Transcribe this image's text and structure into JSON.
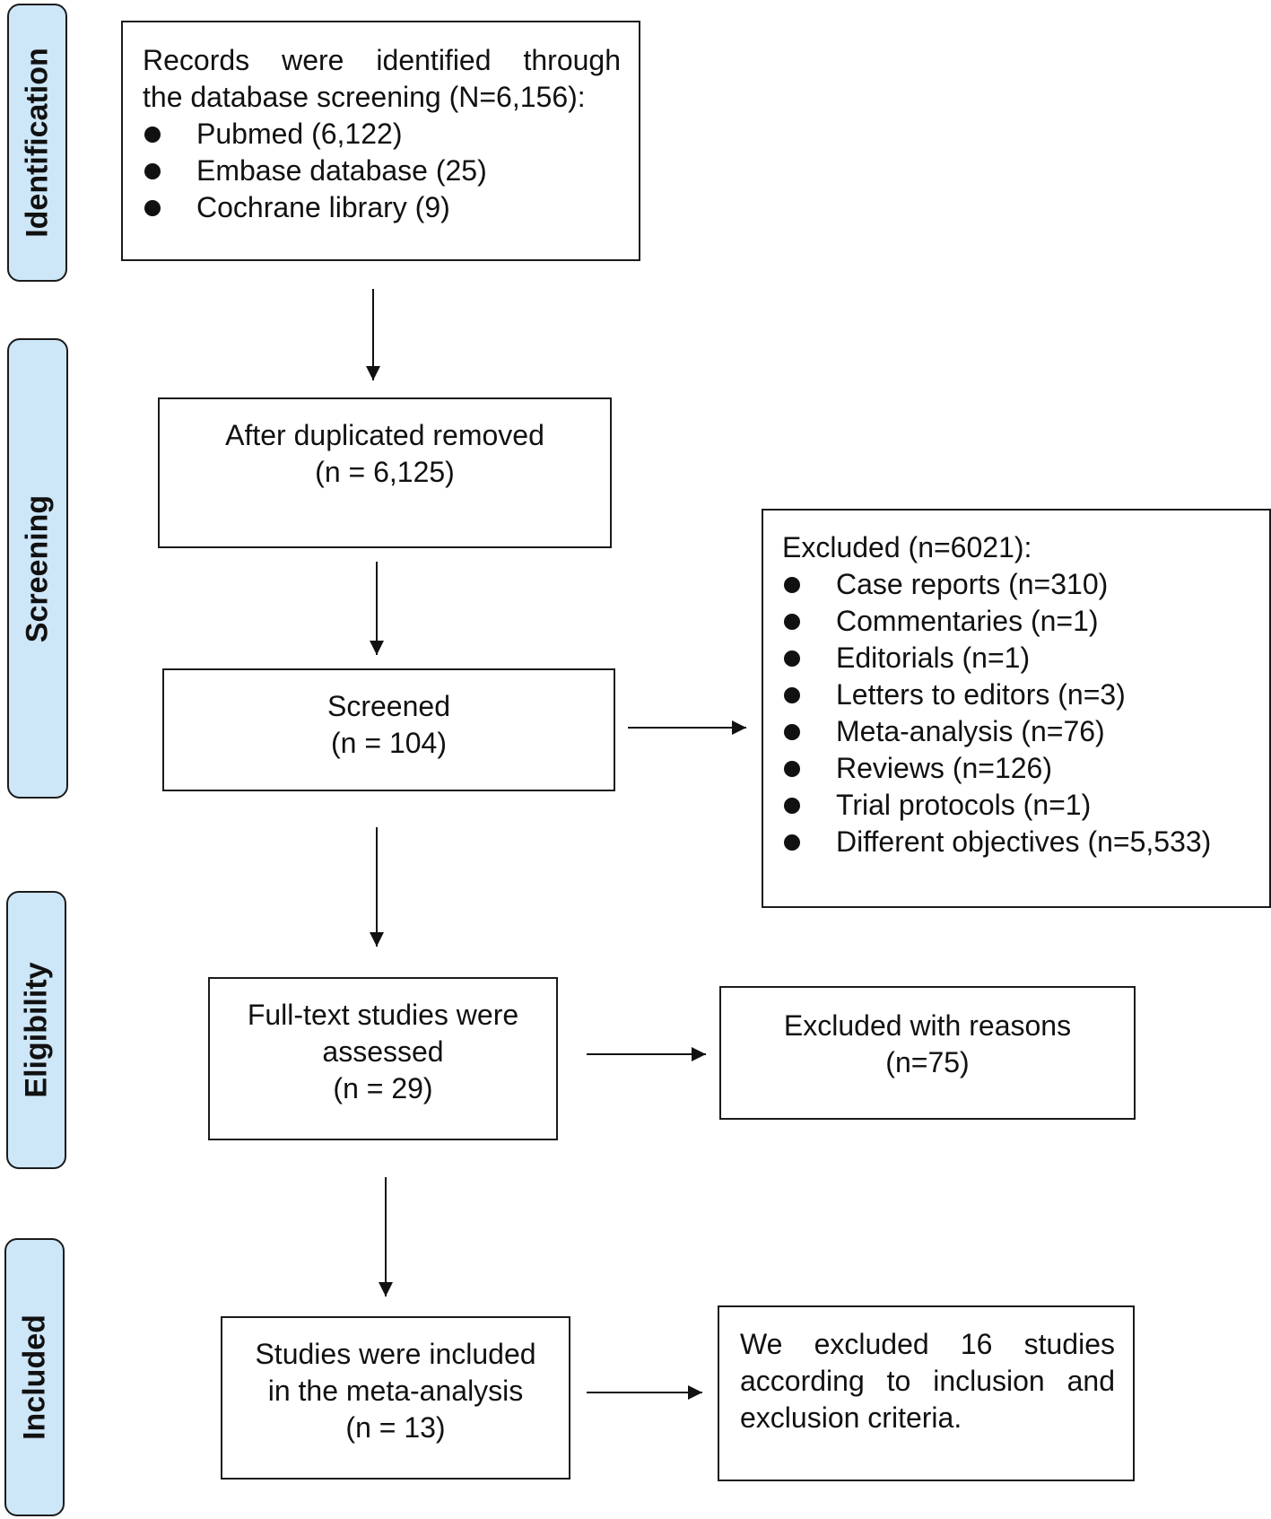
{
  "stages": {
    "identification": "Identification",
    "screening": "Screening",
    "eligibility": "Eligibility",
    "included": "Included"
  },
  "identified": {
    "intro_line1": "Records were identified through",
    "intro_line2": "the database screening (N=6,156):",
    "sources": [
      "Pubmed (6,122)",
      "Embase database (25)",
      "Cochrane library (9)"
    ]
  },
  "duplicates": {
    "line1": "After duplicated removed",
    "line2": "(n = 6,125)"
  },
  "screened": {
    "line1": "Screened",
    "line2": "(n = 104)"
  },
  "excluded_screening": {
    "title": "Excluded (n=6021):",
    "items": [
      "Case reports (n=310)",
      "Commentaries (n=1)",
      "Editorials (n=1)",
      "Letters to editors (n=3)",
      "Meta-analysis (n=76)",
      "Reviews (n=126)",
      "Trial protocols (n=1)",
      "Different objectives (n=5,533)"
    ]
  },
  "fulltext": {
    "line1": "Full-text studies were",
    "line2": "assessed",
    "line3": "(n = 29)"
  },
  "excluded_reasons": {
    "line1": "Excluded with reasons",
    "line2": "(n=75)"
  },
  "included_box": {
    "line1": "Studies were included",
    "line2": "in the meta-analysis",
    "line3": "(n = 13)"
  },
  "excluded_criteria": {
    "line1": "We excluded 16 studies",
    "line2": "according to inclusion and",
    "line3": "exclusion criteria."
  }
}
